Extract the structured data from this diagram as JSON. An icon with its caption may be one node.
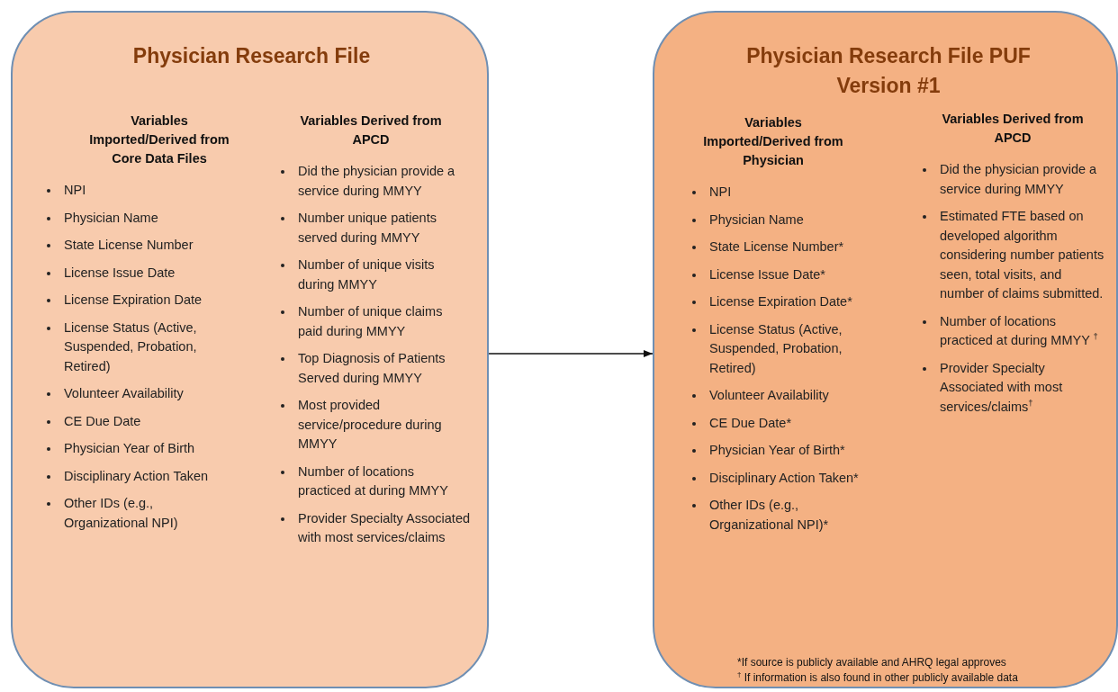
{
  "diagram": {
    "nodes": [
      {
        "text": [
          "Physician Research File",
          "Variables Imported/Derived from Core Data Files",
          "NPI",
          "Physician Name",
          "State License Number",
          "License Issue Date",
          "License Expiration Date",
          "License Status (Active, Suspended, Probation, Retired)",
          "Volunteer Availability",
          "CE Due Date",
          "Physician Year of Birth",
          "Disciplinary Action Taken",
          "Other IDs (e.g., Organizational NPI)",
          "Variables Derived from APCD",
          "Did the physician provide a service during MMYY",
          "Number unique patients served during MMYY",
          "Number of unique visits during MMYY",
          "Number of unique claims paid during MMYY",
          "Top Diagnosis of Patients Served during MMYY",
          "Most provided service/procedure during MMYY",
          "Number of locations practiced at during MMYY",
          "Provider Specialty Associated with most services/claims"
        ]
      },
      {
        "text": [
          "Physician Research File PUF Version #1",
          "Variables Imported/Derived from Physician",
          "NPI",
          "Physician Name",
          "State License Number*",
          "License Issue Date*",
          "License Expiration Date*",
          "License Status (Active, Suspended, Probation, Retired)",
          "Volunteer Availability",
          "CE Due Date*",
          "Physician Year of Birth*",
          "Disciplinary Action Taken*",
          "Other IDs (e.g., Organizational NPI)*",
          "Variables Derived from APCD",
          "Did the physician provide a service during MMYY",
          "Estimated FTE based on developed algorithm considering number patients seen, total visits, and number of claims submitted.",
          "Number of locations practiced at during MMYY $^{†}$",
          "Provider Specialty Associated with most services/claims$^{†}$",
          "*If source is publicly available and AHRQ legal approves",
          "$^{†}$ If information is also found in other publicly available data"
        ]
      }
    ],
    "edges": [
      {
        "from": 0,
        "to": 1,
        "arrow": "to"
      }
    ]
  }
}
